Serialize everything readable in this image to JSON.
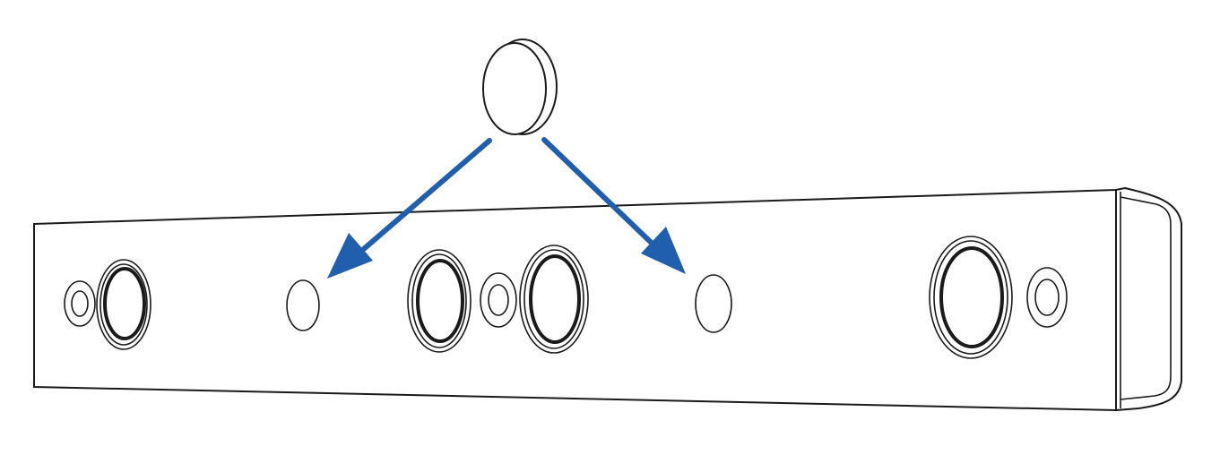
{
  "colors": {
    "arrow": "#1f5fae",
    "line": "#1a1a1a",
    "background": "#ffffff"
  },
  "figure": {
    "description_parts": [
      "soundbar-body",
      "speaker-drivers",
      "mounting-holes",
      "cover-cap",
      "pointer-arrows"
    ]
  }
}
